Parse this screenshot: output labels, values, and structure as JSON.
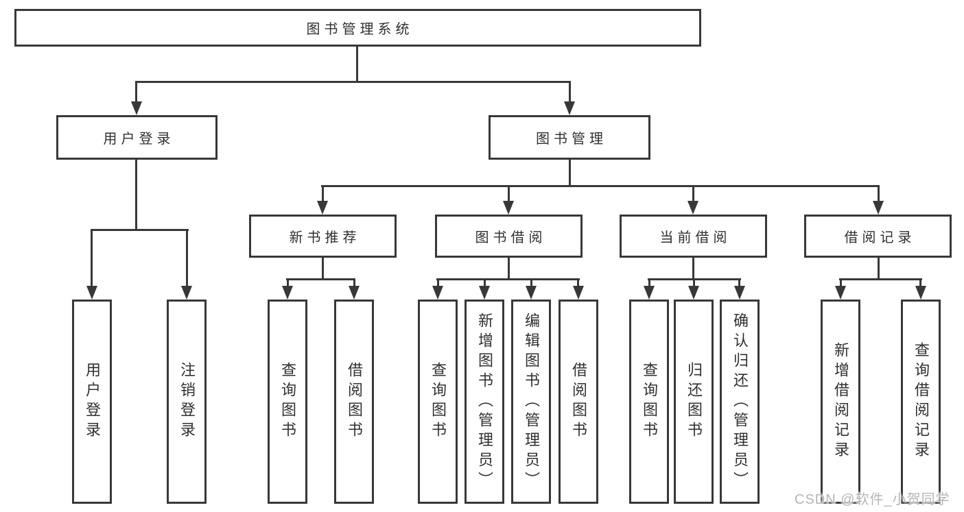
{
  "diagram": {
    "root": {
      "label": "图书管理系统"
    },
    "branches": {
      "user_login": {
        "label": "用户登录",
        "children": {
          "login": "用户登录",
          "logout": "注销登录"
        }
      },
      "book_mgmt": {
        "label": "图书管理",
        "sections": {
          "new_book_rec": {
            "label": "新书推荐",
            "children": {
              "query_book": "查询图书",
              "borrow_book": "借阅图书"
            }
          },
          "book_borrow": {
            "label": "图书借阅",
            "children": {
              "query_book": "查询图书",
              "add_book": "新增图书（管理员）",
              "edit_book": "编辑图书（管理员）",
              "borrow_book": "借阅图书"
            }
          },
          "current_borrow": {
            "label": "当前借阅",
            "children": {
              "query_book": "查询图书",
              "return_book": "归还图书",
              "confirm_return": "确认归还（管理员）"
            }
          },
          "borrow_records": {
            "label": "借阅记录",
            "children": {
              "add_record": "新增借阅记录",
              "query_record": "查询借阅记录"
            }
          }
        }
      }
    }
  },
  "watermark": {
    "text": "CSDN @软件_小贺同学"
  },
  "colors": {
    "line": "#383838",
    "text": "#303030",
    "watermark": "#b5b5b5",
    "background": "#ffffff"
  }
}
